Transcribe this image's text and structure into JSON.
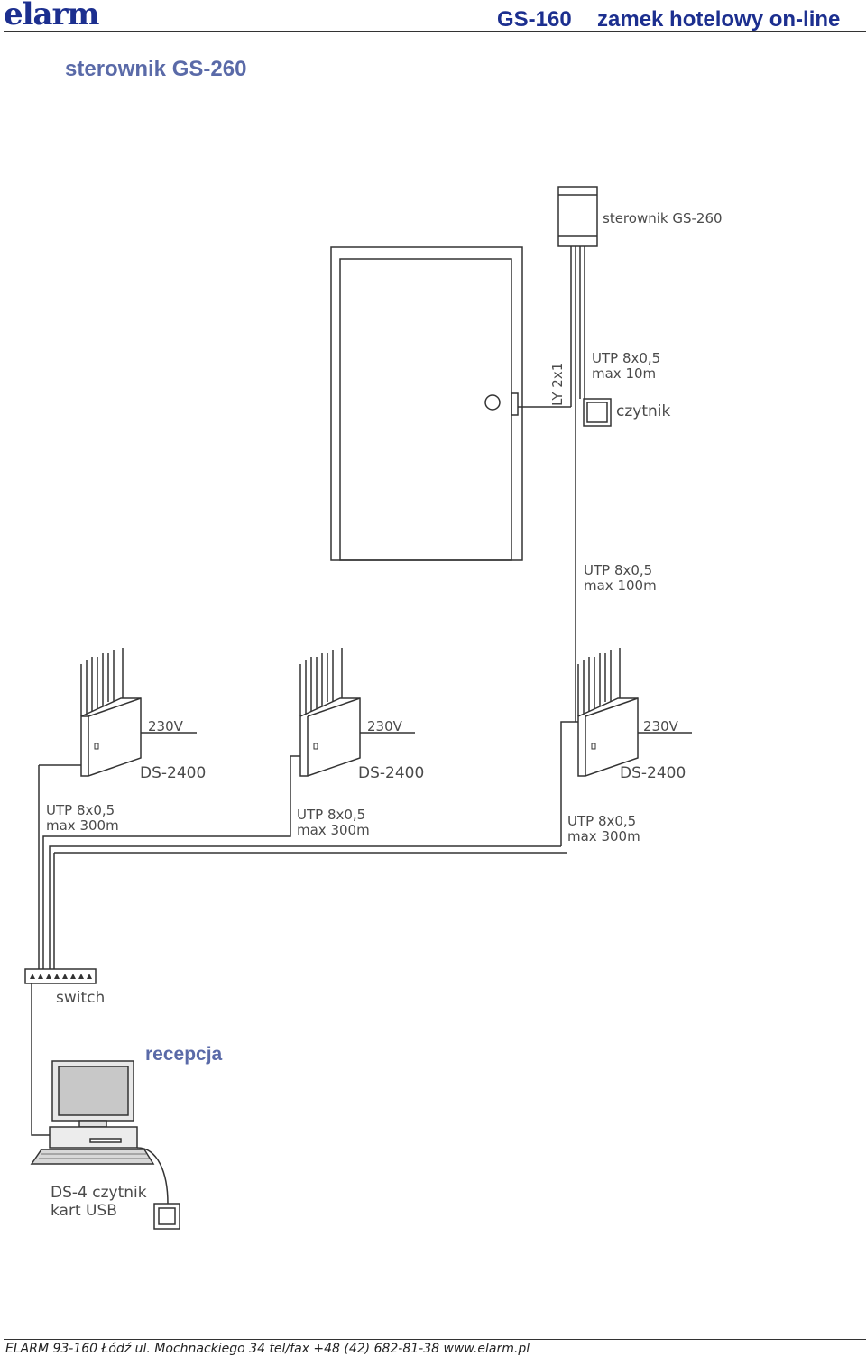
{
  "header": {
    "logo": "elarm",
    "model": "GS-160",
    "title": "zamek hotelowy on-line",
    "subtitle": "sterownik GS-260"
  },
  "diagram": {
    "controller_label": "sterownik GS-260",
    "lock_cable": "LY 2x1",
    "reader_cable_line1": "UTP 8x0,5",
    "reader_cable_line2": "max 10m",
    "reader_label": "czytnik",
    "bus_cable_line1": "UTP 8x0,5",
    "bus_cable_line2": "max 100m",
    "power_supplies": [
      {
        "voltage": "230V",
        "name": "DS-2400",
        "cable_line1": "UTP 8x0,5",
        "cable_line2": "max 300m"
      },
      {
        "voltage": "230V",
        "name": "DS-2400",
        "cable_line1": "UTP 8x0,5",
        "cable_line2": "max 300m"
      },
      {
        "voltage": "230V",
        "name": "DS-2400",
        "cable_line1": "UTP 8x0,5",
        "cable_line2": "max 300m"
      }
    ],
    "switch_label": "switch",
    "reception_label": "recepcja",
    "usb_reader_line1": "DS-4 czytnik",
    "usb_reader_line2": "kart USB"
  },
  "footer": {
    "text": "ELARM 93-160 Łódź ul. Mochnackiego 34 tel/fax  +48 (42)  682-81-38  www.elarm.pl"
  }
}
